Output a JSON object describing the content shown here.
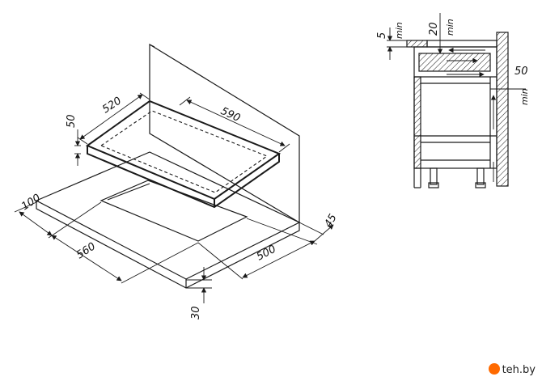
{
  "isometric_view": {
    "dims": {
      "hob_depth": "520",
      "hob_width": "590",
      "hob_height": "50",
      "cutout_front_offset": "100",
      "cutout_width": "560",
      "cutout_depth": "500",
      "wall_gap": "45",
      "countertop_thickness": "30"
    }
  },
  "section_view": {
    "dims": {
      "top_gap": "5",
      "top_gap_unit": "min",
      "upper_gap": "20",
      "upper_gap_unit": "min",
      "side_gap": "50",
      "side_gap_unit": "min"
    }
  },
  "watermark": {
    "text": "teh.by"
  },
  "colors": {
    "stroke": "#1a1a1a",
    "watermark_accent": "#ff6a00"
  }
}
